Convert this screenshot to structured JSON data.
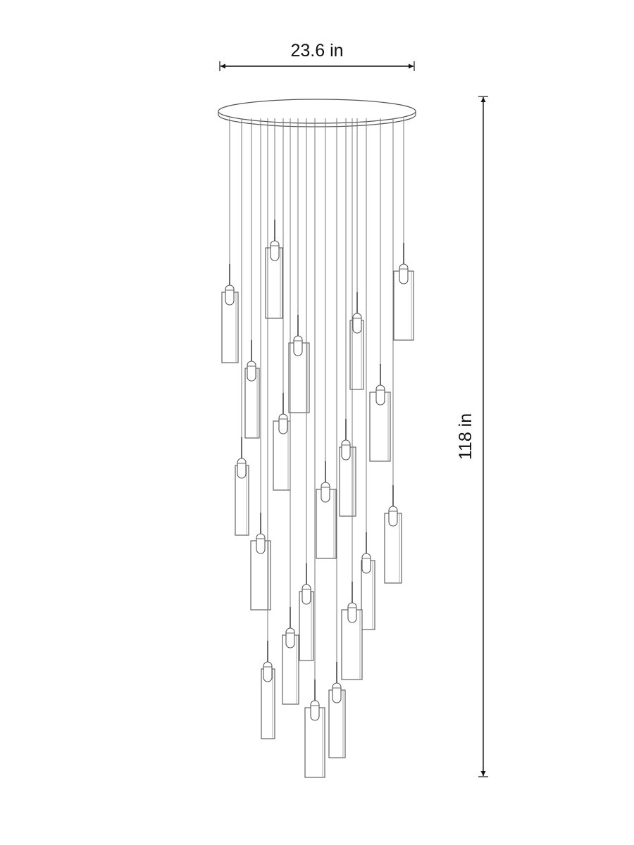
{
  "dimensions": {
    "width_label": "23.6 in",
    "height_label": "118 in"
  },
  "colors": {
    "line": "#555555",
    "dimension": "#111111"
  },
  "pendant_count": 20
}
